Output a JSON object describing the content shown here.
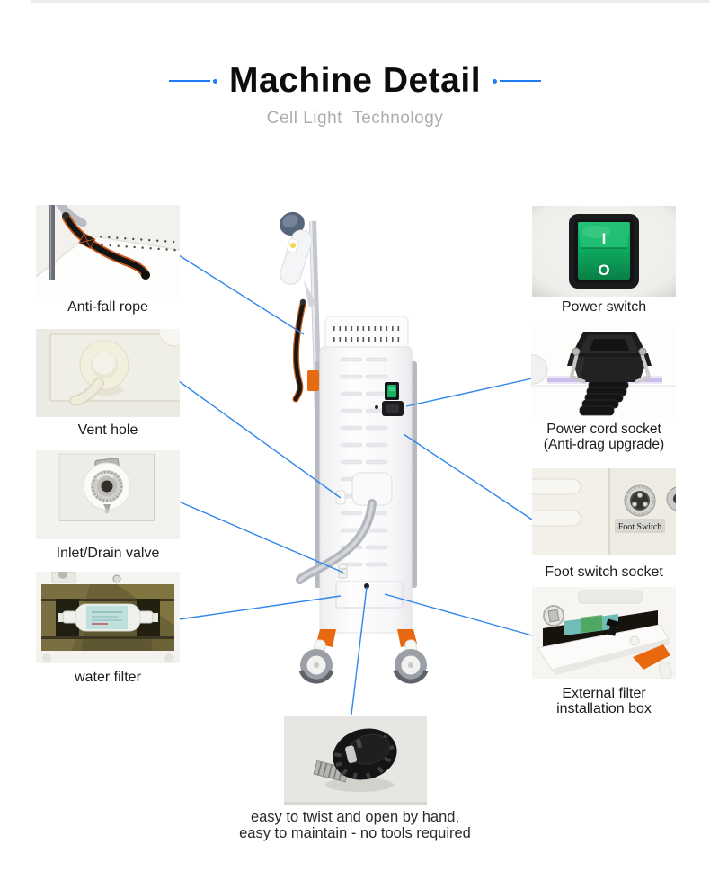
{
  "page": {
    "title": "Machine Detail",
    "subtitle": "Cell Light  Technology",
    "accent_blue": "#2f86ec",
    "decor_blue": "#1f7cf0"
  },
  "callouts": {
    "left": [
      {
        "label": "Anti-fall rope"
      },
      {
        "label": "Vent hole"
      },
      {
        "label": "Inlet/Drain valve"
      },
      {
        "label": "water filter"
      }
    ],
    "right": [
      {
        "label": "Power switch"
      },
      {
        "label": "Power cord socket",
        "label2": "(Anti-drag upgrade)"
      },
      {
        "label": "Foot switch socket"
      },
      {
        "label": "External filter",
        "label2": "installation box"
      }
    ],
    "bottom": {
      "line1": "easy to twist and open by hand,",
      "line2": "easy to maintain - no tools required"
    }
  },
  "machine": {
    "switch_on": "I",
    "switch_off": "O",
    "foot_switch_sticker": "Foot Switch"
  }
}
